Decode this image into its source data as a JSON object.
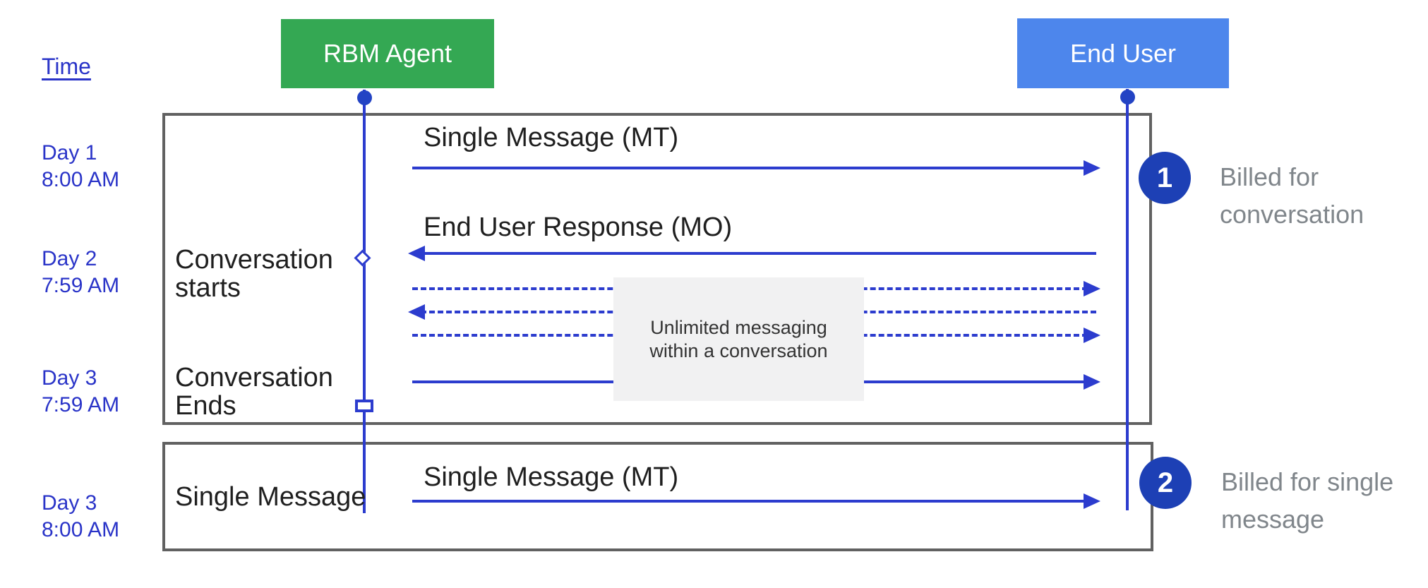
{
  "title": "RBM conversation vs single message billing sequence diagram",
  "time_label": "Time",
  "actors": {
    "rbm": {
      "label": "RBM Agent",
      "color": "#34a853"
    },
    "end_user": {
      "label": "End User",
      "color": "#4d86ec"
    }
  },
  "timeline": [
    {
      "day": "Day 1",
      "time": "8:00 AM"
    },
    {
      "day": "Day 2",
      "time": "7:59 AM"
    },
    {
      "day": "Day 3",
      "time": "7:59 AM"
    },
    {
      "day": "Day 3",
      "time": "8:00 AM"
    }
  ],
  "stages": {
    "conversation_starts": "Conversation starts",
    "conversation_ends": "Conversation Ends",
    "single_message": "Single Message"
  },
  "messages": {
    "mt1": {
      "label": "Single Message (MT)",
      "direction": "right",
      "style": "solid"
    },
    "mo": {
      "label": "End User Response (MO)",
      "direction": "left",
      "style": "solid"
    },
    "unlimited_1": {
      "label": "",
      "direction": "right",
      "style": "dashed"
    },
    "unlimited_2": {
      "label": "",
      "direction": "left",
      "style": "dashed"
    },
    "unlimited_3": {
      "label": "",
      "direction": "right",
      "style": "dashed"
    },
    "conversation_end_msg": {
      "label": "",
      "direction": "right",
      "style": "solid"
    },
    "mt2": {
      "label": "Single Message (MT)",
      "direction": "right",
      "style": "solid"
    }
  },
  "note": "Unlimited messaging within a conversation",
  "billing": [
    {
      "number": "1",
      "text": "Billed for conversation"
    },
    {
      "number": "2",
      "text": "Billed for single message"
    }
  ],
  "colors": {
    "line_blue": "#2c3cce",
    "day_label_blue": "#2a34c8",
    "lifeline_dot_blue": "#2343c4",
    "badge_blue": "#1d40b5",
    "frame_gray": "#616161",
    "note_background": "#f1f1f2",
    "billing_text_gray": "#80868b",
    "rbm_green": "#34a853",
    "end_user_blue": "#4d86ec"
  }
}
